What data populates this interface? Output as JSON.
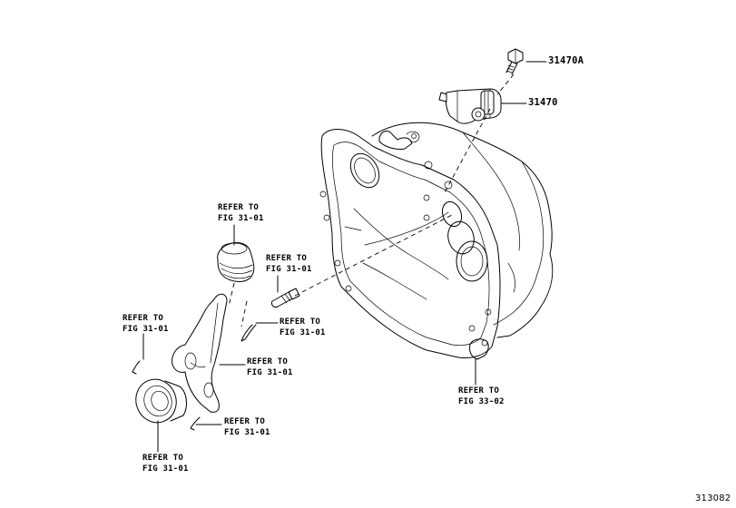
{
  "labels": {
    "part_31470A": "31470A",
    "part_31470": "31470",
    "refer_boot_1": "REFER TO",
    "refer_boot_2": "FIG 31-01",
    "refer_pivot_1": "REFER TO",
    "refer_pivot_2": "FIG 31-01",
    "refer_clip_top_1": "REFER TO",
    "refer_clip_top_2": "FIG 31-01",
    "refer_clip_left_1": "REFER TO",
    "refer_clip_left_2": "FIG 31-01",
    "refer_fork_1": "REFER TO",
    "refer_fork_2": "FIG 31-01",
    "refer_clip_bottom_1": "REFER TO",
    "refer_clip_bottom_2": "FIG 31-01",
    "refer_bearing_1": "REFER TO",
    "refer_bearing_2": "FIG 31-01",
    "refer_housing_1": "REFER TO",
    "refer_housing_2": "FIG 33-02",
    "figure_number": "313082"
  }
}
